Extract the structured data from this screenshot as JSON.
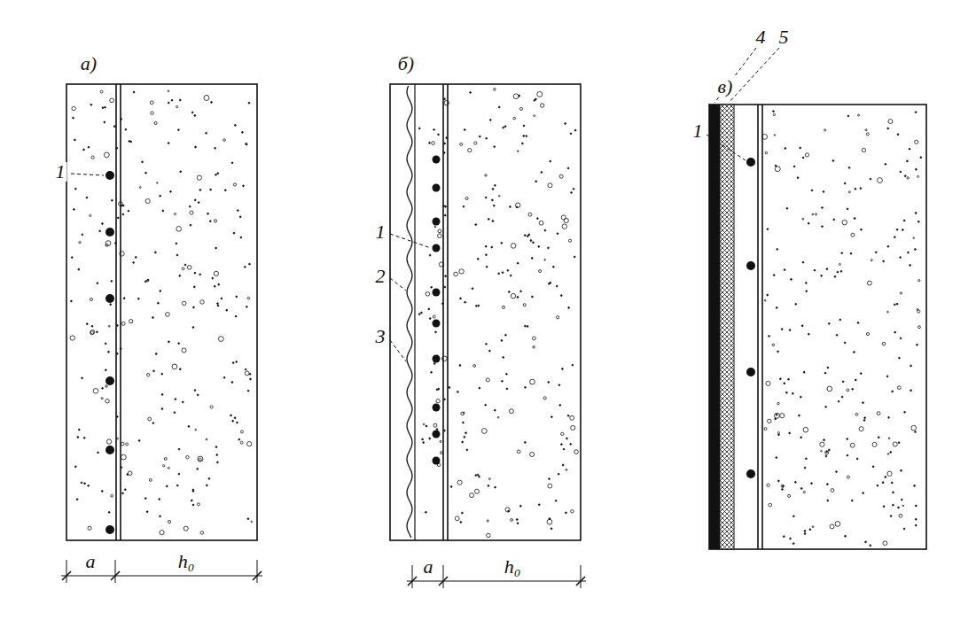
{
  "diagram": {
    "labels": [
      "а)",
      "1",
      "a",
      "h₀",
      "б)",
      "1",
      "2",
      "3",
      "a",
      "h₀",
      "в)",
      "4",
      "5",
      "1"
    ]
  }
}
